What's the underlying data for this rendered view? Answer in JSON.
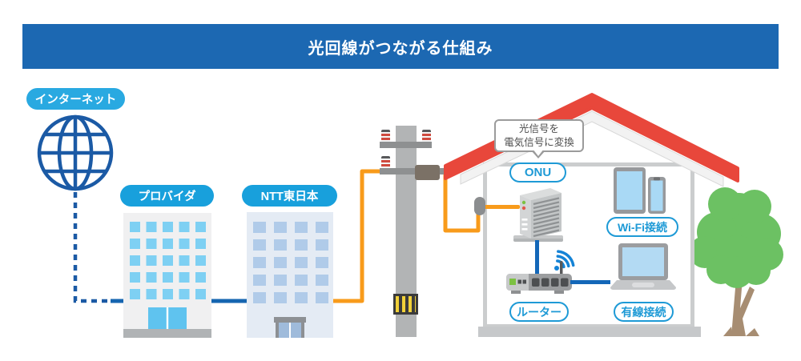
{
  "title": "光回線がつながる仕組み",
  "nodes": {
    "internet": {
      "label": "インターネット"
    },
    "provider": {
      "label": "プロバイダ"
    },
    "ntt": {
      "label": "NTT東日本"
    },
    "onu": {
      "label": "ONU"
    },
    "onu_callout": {
      "line1": "光信号を",
      "line2": "電気信号に変換"
    },
    "router": {
      "label": "ルーター"
    },
    "wifi": {
      "label": "Wi-Fi接続"
    },
    "wired": {
      "label": "有線接続"
    }
  },
  "connections": [
    {
      "from": "internet-globe",
      "to": "provider-building",
      "style": "dashed-then-solid",
      "color": "#1b5aa5"
    },
    {
      "from": "provider-building",
      "to": "ntt-building",
      "style": "solid",
      "color": "#1565b0"
    },
    {
      "from": "ntt-building",
      "to": "utility-pole",
      "style": "solid",
      "color": "#f89b1b"
    },
    {
      "from": "utility-pole",
      "to": "onu-device",
      "style": "solid",
      "color": "#f89b1b"
    },
    {
      "from": "onu-device",
      "to": "router-device",
      "style": "solid",
      "color": "#1467b8"
    },
    {
      "from": "router-device",
      "to": "laptop",
      "style": "solid",
      "color": "#1467b8"
    }
  ],
  "colors": {
    "banner_blue": "#1c68b2",
    "pill_blue": "#18a0dc",
    "outline_pill_blue": "#1e9ad6",
    "line_blue": "#1467b8",
    "globe_blue": "#1b5aa5",
    "fiber_orange": "#f89b1b",
    "roof_red": "#e8473b",
    "tree_green": "#6cc163",
    "wifi_blue": "#1583d6"
  }
}
